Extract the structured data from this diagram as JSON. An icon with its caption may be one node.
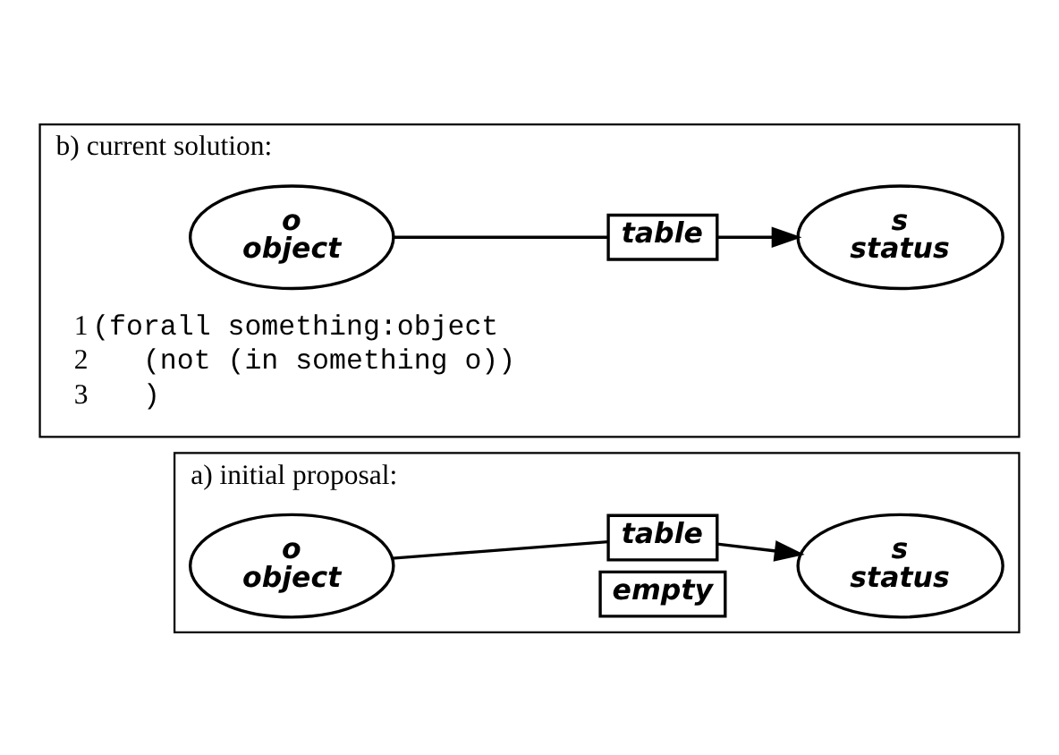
{
  "diagram": {
    "nodes": [
      {
        "text": [
          "a) initial proposal:"
        ]
      },
      {
        "text": [
          "o",
          "object"
        ],
        "in": 0
      },
      {
        "text": [
          "table"
        ],
        "in": 0
      },
      {
        "text": [
          "empty"
        ],
        "in": 0
      },
      {
        "text": [
          "s",
          "status"
        ],
        "in": 0
      },
      {
        "text": [
          "b) current solution:"
        ]
      },
      {
        "text": [
          "o",
          "object"
        ],
        "in": 5
      },
      {
        "text": [
          "table"
        ],
        "in": 5
      },
      {
        "text": [
          "s",
          "status"
        ],
        "in": 5
      }
    ],
    "edges": [
      {
        "from": 1,
        "to": 2,
        "arrow": "none"
      },
      {
        "from": 2,
        "to": 4,
        "arrow": "to"
      },
      {
        "from": 6,
        "to": 7,
        "arrow": "none"
      },
      {
        "from": 7,
        "to": 8,
        "arrow": "to"
      }
    ],
    "labels": [
      "1",
      "(forall something:object",
      "2",
      "(not (in something o))",
      "3",
      ")"
    ]
  }
}
